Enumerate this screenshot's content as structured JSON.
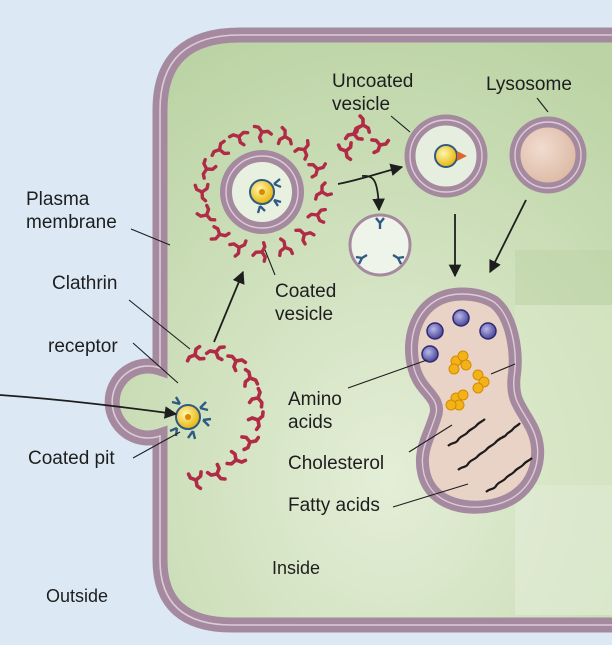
{
  "labels": {
    "plasma_membrane": [
      "Plasma",
      "membrane"
    ],
    "clathrin": "Clathrin",
    "receptor": "receptor",
    "coated_pit": "Coated pit",
    "uncoated_vesicle": [
      "Uncoated",
      "vesicle"
    ],
    "lysosome": "Lysosome",
    "coated_vesicle": [
      "Coated",
      "vesicle"
    ],
    "amino_acids": [
      "Amino",
      "acids"
    ],
    "cholesterol": "Cholesterol",
    "fatty_acids": "Fatty acids",
    "inside": "Inside",
    "outside": "Outside"
  },
  "colors": {
    "background": "#dce9f5",
    "cytoplasm": "#cfe0bd",
    "membrane": "#a5899f",
    "membrane_line": "#d9c8d6",
    "clathrin": "#b02b45",
    "receptor": "#2f5a82",
    "ldl_core": "#f1c40f",
    "lysosome_fill": "#e6c7b4",
    "amino_acid": "#5a56a8",
    "cholesterol": "#f2b318",
    "fatty_acid": "#1c1c1c"
  },
  "icons": [
    "clathrin-triskelion-icon",
    "receptor-icon",
    "ldl-particle-icon",
    "arrow-icon"
  ]
}
